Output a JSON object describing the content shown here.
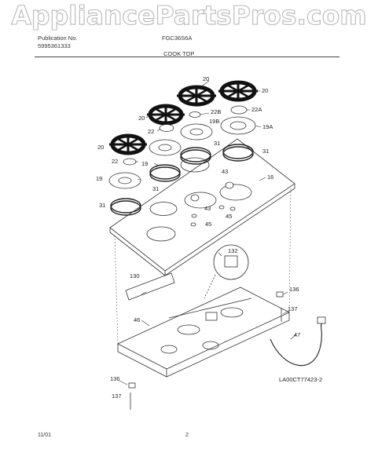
{
  "watermark": "AppliancePartsPros.com",
  "header": {
    "publication_label": "Publication No.",
    "publication_number": "5995361333",
    "model": "FGC36S6A",
    "section_title": "COOK TOP"
  },
  "footer": {
    "date": "11/01",
    "page_number": "2"
  },
  "diagram_id": "LA00CT77423-2",
  "part_labels": {
    "p20a": "20",
    "p20b": "20",
    "p20c": "20",
    "p20d": "20",
    "p22": "22",
    "p22a": "22A",
    "p22b": "22B",
    "p22c": "22",
    "p19": "19",
    "p19a": "19A",
    "p19b": "19B",
    "p19c": "19",
    "p31a": "31",
    "p31b": "31",
    "p31c": "31",
    "p31d": "31",
    "p43a": "43",
    "p43b": "43",
    "p45a": "45",
    "p45b": "45",
    "p16": "16",
    "p130": "130",
    "p132": "132",
    "p136a": "136",
    "p136b": "136",
    "p137a": "137",
    "p137b": "137",
    "p46": "46",
    "p47": "47"
  }
}
